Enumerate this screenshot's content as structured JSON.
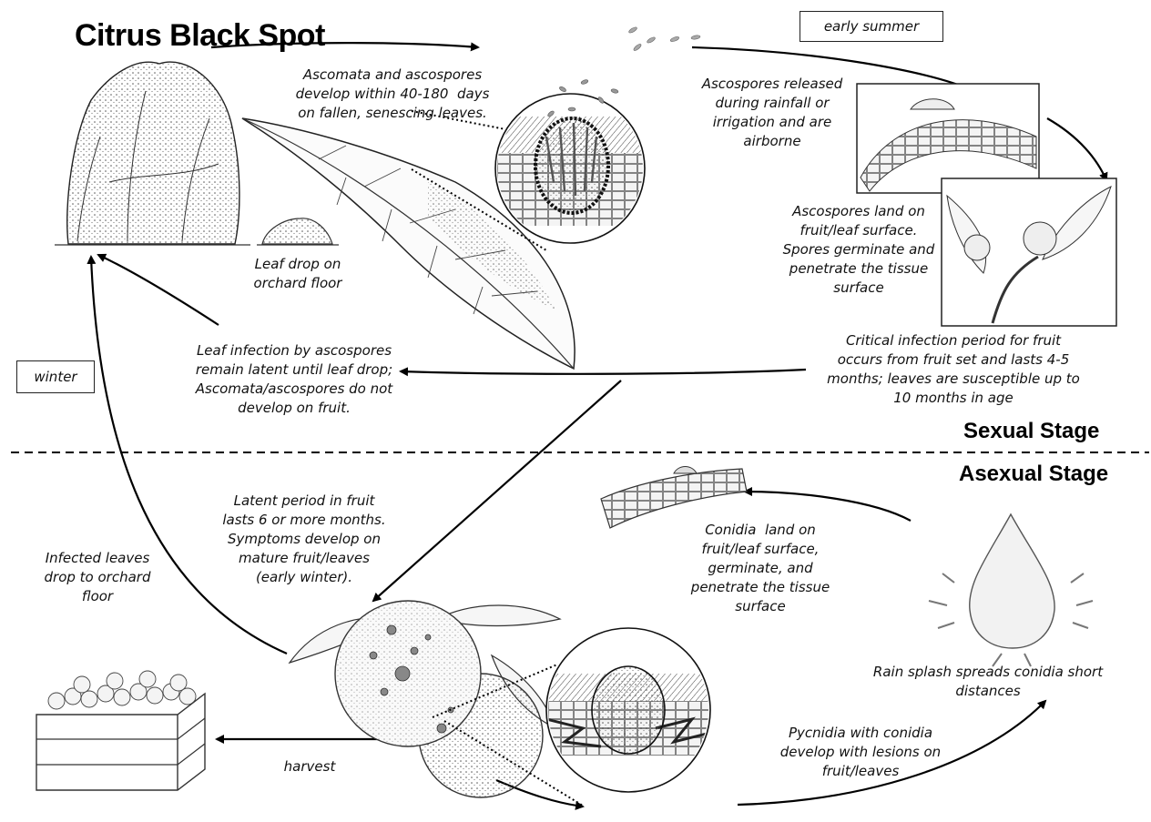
{
  "title": "Citrus Black Spot",
  "stages": {
    "sexual": "Sexual Stage",
    "asexual": "Asexual Stage"
  },
  "seasons": {
    "early_summer": "early summer",
    "winter": "winter"
  },
  "labels": {
    "ascomata": "Ascomata and ascospores\ndevelop within 40-180  days\non fallen, senescing leaves.",
    "ascospores_released": "Ascospores released\nduring rainfall or\nirrigation and are\nairborne",
    "ascospores_land": "Ascospores land on\nfruit/leaf surface.\nSpores germinate and\npenetrate the tissue\nsurface",
    "leaf_drop": "Leaf drop on\norchard floor",
    "critical_period": "Critical infection period for fruit\noccurs from fruit set and lasts 4-5\nmonths; leaves are susceptible up to\n10 months in age",
    "leaf_infection": "Leaf infection by ascospores\nremain latent until leaf drop;\nAscomata/ascospores do not\ndevelop on fruit.",
    "latent_period": "Latent period in fruit\nlasts 6 or more months.\nSymptoms develop on\nmature fruit/leaves\n(early winter).",
    "infected_leaves": "Infected leaves\ndrop to orchard\nfloor",
    "conidia_land": "Conidia  land on\nfruit/leaf surface,\ngerminate, and\npenetrate the tissue\nsurface",
    "rain_splash": "Rain splash spreads conidia short\ndistances",
    "pycnidia": "Pycnidia with conidia\ndevelop with lesions on\nfruit/leaves",
    "harvest": "harvest"
  }
}
